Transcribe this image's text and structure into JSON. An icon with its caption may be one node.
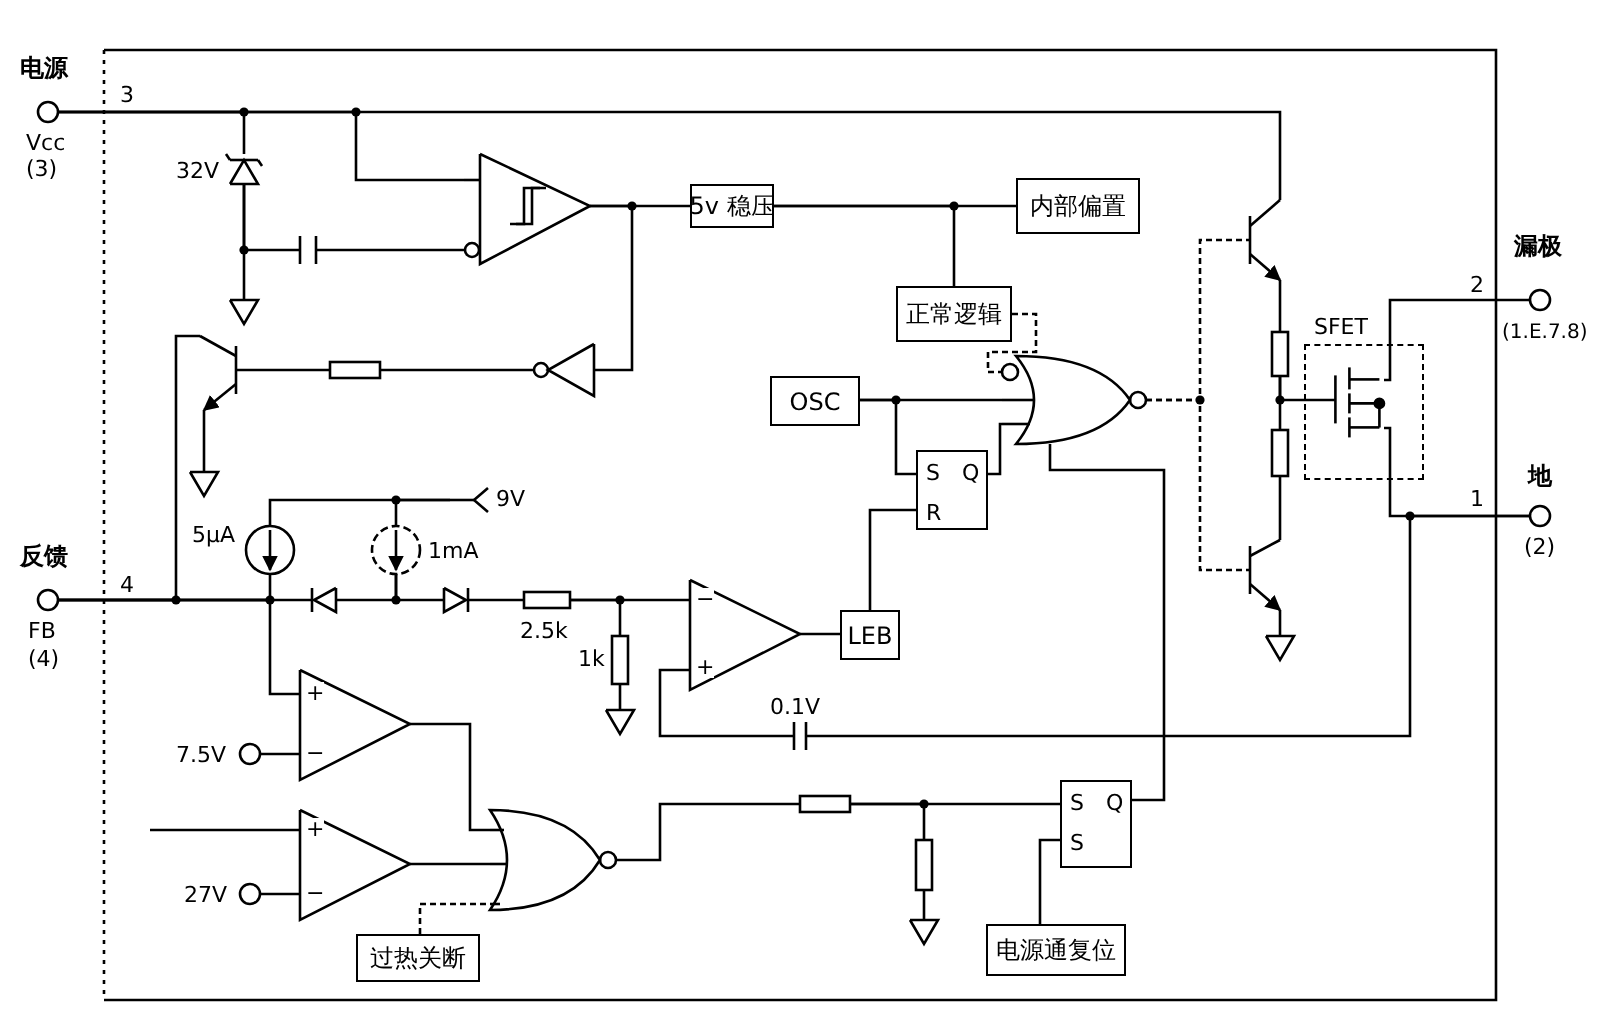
{
  "diagram": {
    "nodes": [
      {
        "text": [
          "5v 稳压"
        ]
      },
      {
        "text": [
          "内部偏置"
        ]
      },
      {
        "text": [
          "正常逻辑"
        ]
      },
      {
        "text": [
          "OSC"
        ]
      },
      {
        "text": [
          "S",
          "Q",
          "R"
        ]
      },
      {
        "text": [
          "LEB"
        ]
      },
      {
        "text": [
          "S",
          "Q",
          "S"
        ]
      },
      {
        "text": [
          "过热关断"
        ]
      },
      {
        "text": [
          "电源通复位"
        ]
      },
      {
        "text": [
          "SFET"
        ]
      },
      {
        "text": [],
        "shape": "circle",
        "beside": [
          "电源",
          "Vcc",
          "(3)"
        ]
      },
      {
        "text": [],
        "shape": "diode",
        "beside": [
          "32V"
        ]
      },
      {
        "text": [],
        "shape": "triangle"
      },
      {
        "text": [],
        "shape": "capacitor"
      },
      {
        "text": [],
        "shape": "ground"
      },
      {
        "text": [],
        "shape": "transistor"
      },
      {
        "text": [],
        "shape": "triangle"
      },
      {
        "text": [],
        "shape": "resistor"
      },
      {
        "text": [],
        "shape": "transistor"
      },
      {
        "text": [],
        "shape": "ground"
      },
      {
        "text": [],
        "shape": "chevron",
        "beside": [
          "9V"
        ]
      },
      {
        "text": [],
        "shape": "circle",
        "beside": [
          "5μA"
        ]
      },
      {
        "text": [],
        "shape": "circle",
        "beside": [
          "1mA"
        ]
      },
      {
        "text": [],
        "shape": "circle",
        "beside": [
          "反馈",
          "FB",
          "(4)"
        ]
      },
      {
        "text": [],
        "shape": "diode"
      },
      {
        "text": [],
        "shape": "diode"
      },
      {
        "text": [],
        "shape": "resistor",
        "beside": [
          "2.5k"
        ]
      },
      {
        "text": [],
        "shape": "resistor",
        "beside": [
          "1k"
        ]
      },
      {
        "text": [],
        "shape": "triangle"
      },
      {
        "text": [],
        "shape": "transistor"
      },
      {
        "text": [],
        "shape": "ground"
      },
      {
        "text": [],
        "shape": "triangle"
      },
      {
        "text": [],
        "shape": "capacitor",
        "beside": [
          "0.1V"
        ]
      },
      {
        "text": [],
        "shape": "circle",
        "beside": [
          "7.5V"
        ]
      },
      {
        "text": [],
        "shape": "triangle"
      },
      {
        "text": [],
        "shape": "gate"
      },
      {
        "text": [],
        "shape": "resistor"
      },
      {
        "text": [],
        "shape": "resistor"
      },
      {
        "text": [],
        "shape": "circle",
        "beside": [
          "27V"
        ]
      },
      {
        "text": [],
        "shape": "ground"
      },
      {
        "text": [],
        "shape": "gate"
      },
      {
        "text": [],
        "shape": "resistor"
      },
      {
        "text": [],
        "shape": "resistor"
      },
      {
        "text": [],
        "shape": "ground"
      },
      {
        "text": [],
        "shape": "mosfet",
        "in": 9
      },
      {
        "text": [],
        "shape": "circle",
        "beside": [
          "漏极",
          "(1.E.7.8)"
        ]
      },
      {
        "text": [],
        "shape": "circle",
        "beside": [
          "地",
          "(2)"
        ]
      }
    ],
    "edges": [
      {
        "from": 0,
        "to": 1,
        "arrow": "none"
      },
      {
        "from": 0,
        "to": 2,
        "arrow": "none"
      },
      {
        "from": 3,
        "to": 4,
        "arrow": "none"
      },
      {
        "from": 5,
        "to": 4,
        "arrow": "none"
      },
      {
        "from": 8,
        "to": 6,
        "arrow": "none"
      },
      {
        "from": 10,
        "to": 11,
        "arrow": "none"
      },
      {
        "from": 10,
        "to": 12,
        "arrow": "none"
      },
      {
        "from": 10,
        "to": 15,
        "arrow": "none"
      },
      {
        "from": 11,
        "to": 14,
        "arrow": "none"
      },
      {
        "from": 11,
        "to": 13,
        "arrow": "none"
      },
      {
        "from": 13,
        "to": 12,
        "arrow": "none"
      },
      {
        "from": 12,
        "to": 0,
        "arrow": "none"
      },
      {
        "from": 12,
        "to": 16,
        "arrow": "none"
      },
      {
        "from": 16,
        "to": 17,
        "arrow": "none"
      },
      {
        "from": 17,
        "to": 18,
        "arrow": "none"
      },
      {
        "from": 18,
        "to": 19,
        "arrow": "none"
      },
      {
        "from": 18,
        "to": 23,
        "arrow": "none"
      },
      {
        "from": 20,
        "to": 21,
        "arrow": "none"
      },
      {
        "from": 20,
        "to": 22,
        "arrow": "none"
      },
      {
        "from": 23,
        "to": 21,
        "arrow": "none"
      },
      {
        "from": 23,
        "to": 24,
        "arrow": "none"
      },
      {
        "from": 23,
        "to": 31,
        "arrow": "none"
      },
      {
        "from": 22,
        "to": 24,
        "arrow": "none"
      },
      {
        "from": 22,
        "to": 25,
        "arrow": "none"
      },
      {
        "from": 25,
        "to": 26,
        "arrow": "none"
      },
      {
        "from": 26,
        "to": 27,
        "arrow": "none"
      },
      {
        "from": 26,
        "to": 28,
        "arrow": "none"
      },
      {
        "from": 27,
        "to": 30,
        "arrow": "none"
      },
      {
        "from": 28,
        "to": 5,
        "arrow": "none"
      },
      {
        "from": 28,
        "to": 32,
        "arrow": "none"
      },
      {
        "from": 32,
        "to": 46,
        "arrow": "none"
      },
      {
        "from": 33,
        "to": 31,
        "arrow": "none"
      },
      {
        "from": null,
        "to": 34,
        "arrow": "none"
      },
      {
        "from": 38,
        "to": 34,
        "arrow": "none"
      },
      {
        "from": 31,
        "to": 35,
        "arrow": "none"
      },
      {
        "from": 34,
        "to": 35,
        "arrow": "none"
      },
      {
        "from": 7,
        "to": 35,
        "arrow": "none",
        "style": "dashed"
      },
      {
        "from": 35,
        "to": 36,
        "arrow": "none"
      },
      {
        "from": 36,
        "to": 37,
        "arrow": "none"
      },
      {
        "from": 36,
        "to": 6,
        "arrow": "none"
      },
      {
        "from": 37,
        "to": 39,
        "arrow": "none"
      },
      {
        "from": 6,
        "to": 40,
        "arrow": "none"
      },
      {
        "from": 3,
        "to": 40,
        "arrow": "none"
      },
      {
        "from": 4,
        "to": 40,
        "arrow": "none"
      },
      {
        "from": 2,
        "to": 40,
        "arrow": "none",
        "style": "dashed"
      },
      {
        "from": 40,
        "to": 15,
        "arrow": "none",
        "style": "dashed"
      },
      {
        "from": 40,
        "to": 29,
        "arrow": "none",
        "style": "dashed"
      },
      {
        "from": 15,
        "to": 41,
        "arrow": "none"
      },
      {
        "from": 41,
        "to": 42,
        "arrow": "none"
      },
      {
        "from": 41,
        "to": 44,
        "arrow": "none"
      },
      {
        "from": 42,
        "to": 29,
        "arrow": "none"
      },
      {
        "from": 29,
        "to": 43,
        "arrow": "none"
      },
      {
        "from": 44,
        "to": 45,
        "arrow": "none"
      },
      {
        "from": 44,
        "to": 46,
        "arrow": "none"
      }
    ],
    "labels": [
      "3",
      "2",
      "1",
      "4",
      "−",
      "+",
      "+",
      "−",
      "+",
      "−"
    ]
  }
}
